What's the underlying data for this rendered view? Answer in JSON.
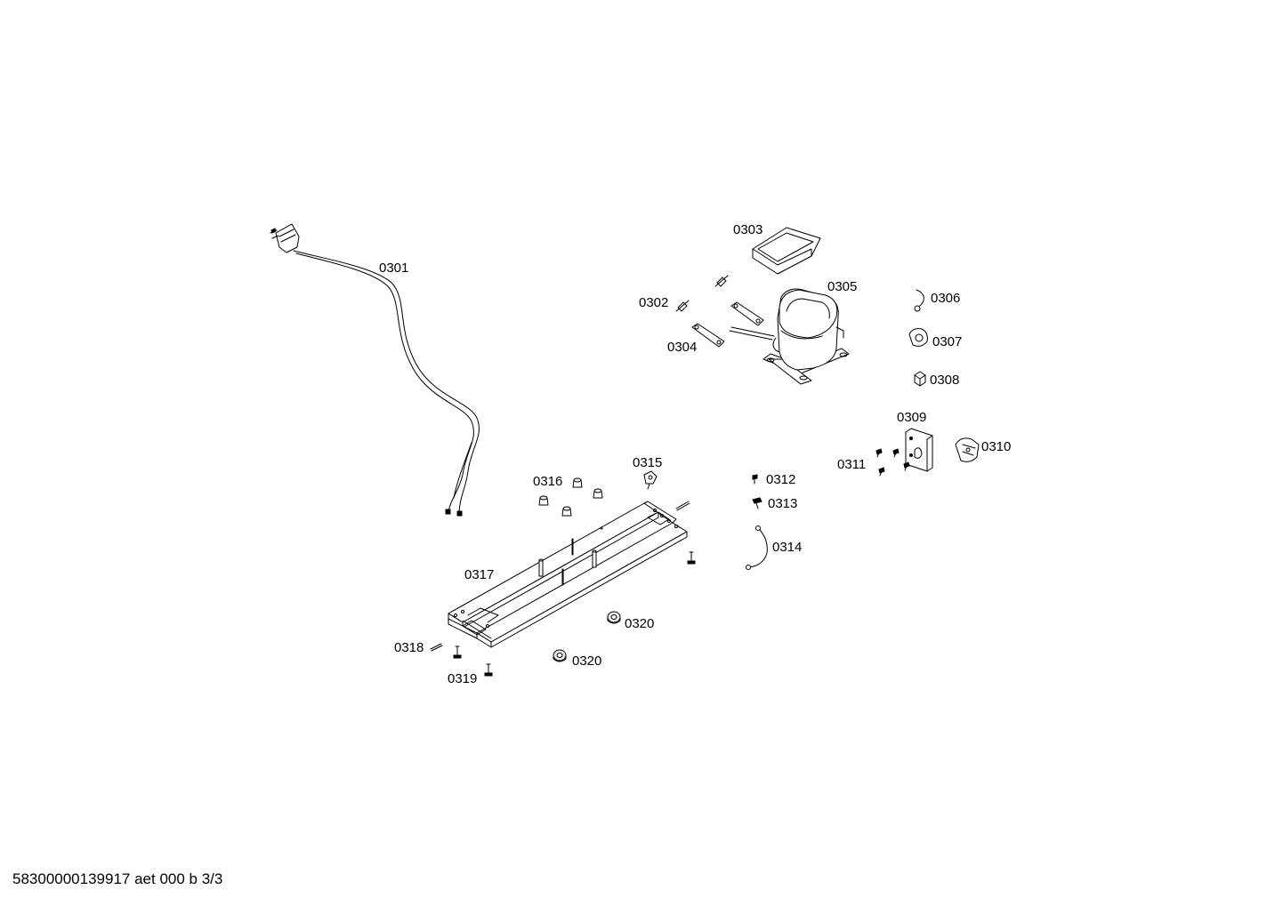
{
  "diagram": {
    "labels": {
      "p0301": "0301",
      "p0302": "0302",
      "p0303": "0303",
      "p0304": "0304",
      "p0305": "0305",
      "p0306": "0306",
      "p0307": "0307",
      "p0308": "0308",
      "p0309": "0309",
      "p0310": "0310",
      "p0311": "0311",
      "p0312": "0312",
      "p0313": "0313",
      "p0314": "0314",
      "p0315": "0315",
      "p0316": "0316",
      "p0317": "0317",
      "p0318": "0318",
      "p0319": "0319",
      "p0320a": "0320",
      "p0320b": "0320"
    }
  },
  "footer": {
    "doc_id": "58300000139917 aet 000 b 3/3"
  }
}
